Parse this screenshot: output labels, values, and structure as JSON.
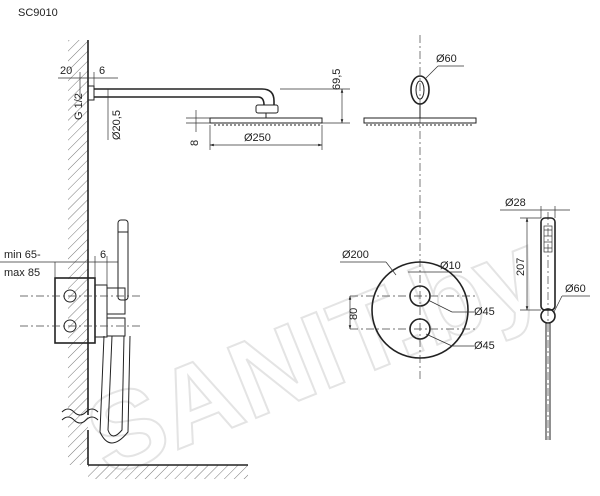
{
  "title": "SC9010",
  "watermark": "SANIT.by",
  "dimensions": {
    "wall_offset": "20",
    "arm_gap": "6",
    "thread": "G 1/2",
    "arm_diameter": "Ø20,5",
    "head_thickness": "8",
    "head_diameter": "Ø250",
    "drop_height": "69,5",
    "flange_diameter": "Ø60",
    "plate_diameter": "Ø200",
    "knob_gap": "Ø10",
    "knob_top": "Ø45",
    "knob_bottom": "Ø45",
    "knob_spacing": "80",
    "hand_diameter": "Ø28",
    "hand_length": "207",
    "holder_diameter": "Ø60",
    "depth_min": "min 65-",
    "depth_max": "max 85",
    "cover_gap": "6"
  }
}
